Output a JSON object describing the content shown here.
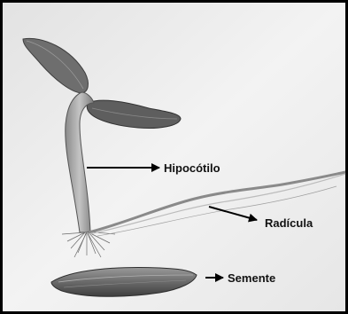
{
  "labels": {
    "hypocotyl": "Hipocótilo",
    "radicle": "Radícula",
    "seed": "Semente"
  },
  "colors": {
    "frame": "#000000",
    "paper": "#efefef",
    "plant_stroke": "#5a5a5a",
    "plant_fill": "#a8a8a8",
    "leaf_fill": "#6f6f6f",
    "arrow": "#000000"
  }
}
